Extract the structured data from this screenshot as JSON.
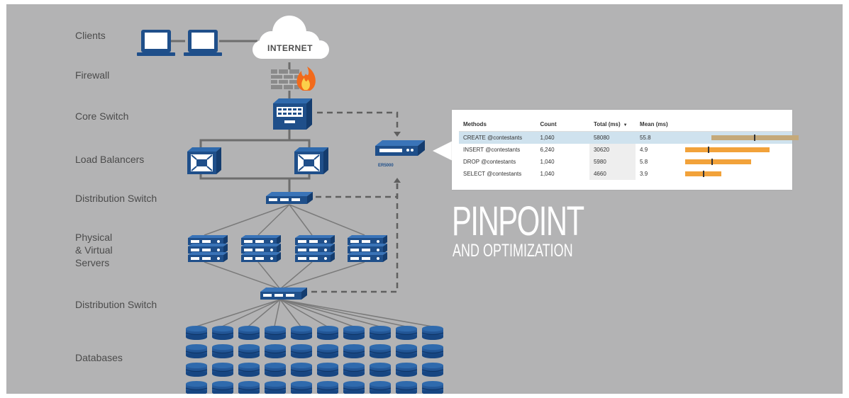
{
  "tiers": {
    "clients": "Clients",
    "firewall": "Firewall",
    "core_switch": "Core Switch",
    "load_balancers": "Load Balancers",
    "distribution_switch_top": "Distribution Switch",
    "servers": [
      "Physical",
      "& Virtual",
      "Servers"
    ],
    "distribution_switch_bottom": "Distribution Switch",
    "databases": "Databases"
  },
  "cloud_label": "INTERNET",
  "appliance_label": "ER5000",
  "table": {
    "headers": {
      "methods": "Methods",
      "count": "Count",
      "total": "Total (ms)",
      "sort_indicator": "▼",
      "mean": "Mean (ms)"
    },
    "rows": [
      {
        "method": "CREATE @contestants",
        "count": "1,040",
        "total": "58080",
        "mean": "55.8",
        "bar_color": "#c4a97a",
        "bar_start": 0.23,
        "bar_end": 0.95,
        "tick": 0.58,
        "selected": true
      },
      {
        "method": "INSERT @contestants",
        "count": "6,240",
        "total": "30620",
        "mean": "4.9",
        "bar_color": "#f2a23a",
        "bar_start": 0.01,
        "bar_end": 0.71,
        "tick": 0.2,
        "selected": false
      },
      {
        "method": "DROP @contestants",
        "count": "1,040",
        "total": "5980",
        "mean": "5.8",
        "bar_color": "#f2a23a",
        "bar_start": 0.01,
        "bar_end": 0.56,
        "tick": 0.23,
        "selected": false
      },
      {
        "method": "SELECT @contestants",
        "count": "1,040",
        "total": "4660",
        "mean": "3.9",
        "bar_color": "#f2a23a",
        "bar_start": 0.01,
        "bar_end": 0.31,
        "tick": 0.16,
        "selected": false
      }
    ]
  },
  "headline": "PINPOINT",
  "subheadline": "AND OPTIMIZATION",
  "colors": {
    "background": "#b3b3b4",
    "device_blue": "#1f4f8a",
    "line_gray": "#6d6d6d",
    "dashed_line": "#5f5f5f",
    "white": "#ffffff"
  }
}
